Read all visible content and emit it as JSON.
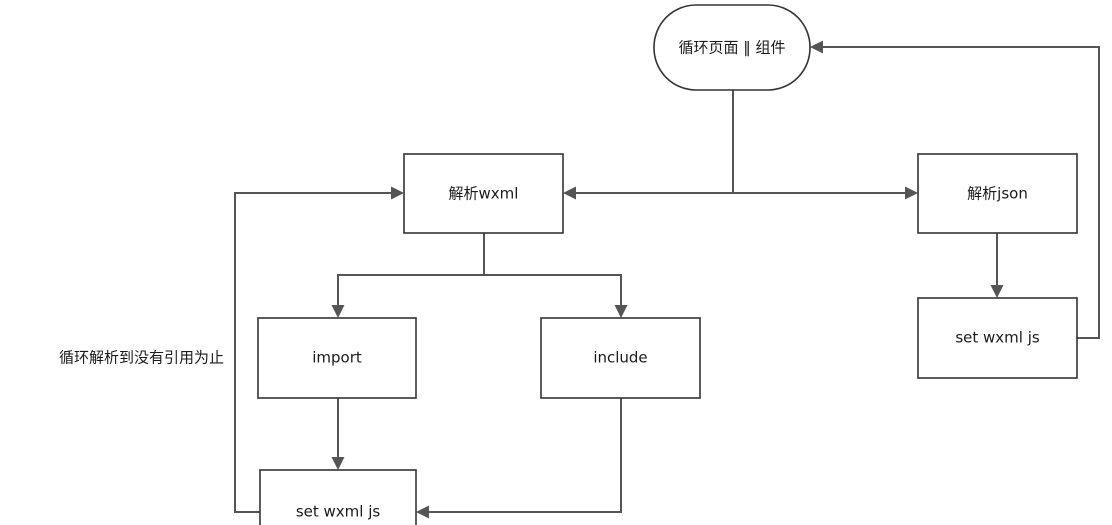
{
  "nodes": {
    "loop_pages": "循环页面 ‖ 组件",
    "parse_wxml": "解析wxml",
    "parse_json": "解析json",
    "import": "import",
    "include": "include",
    "set_left": "set wxml js",
    "set_right": "set wxml js"
  },
  "side_label": "循环解析到没有引用为止",
  "colors": {
    "stroke": "#333333",
    "arrow": "#555555",
    "background": "#ffffff"
  }
}
